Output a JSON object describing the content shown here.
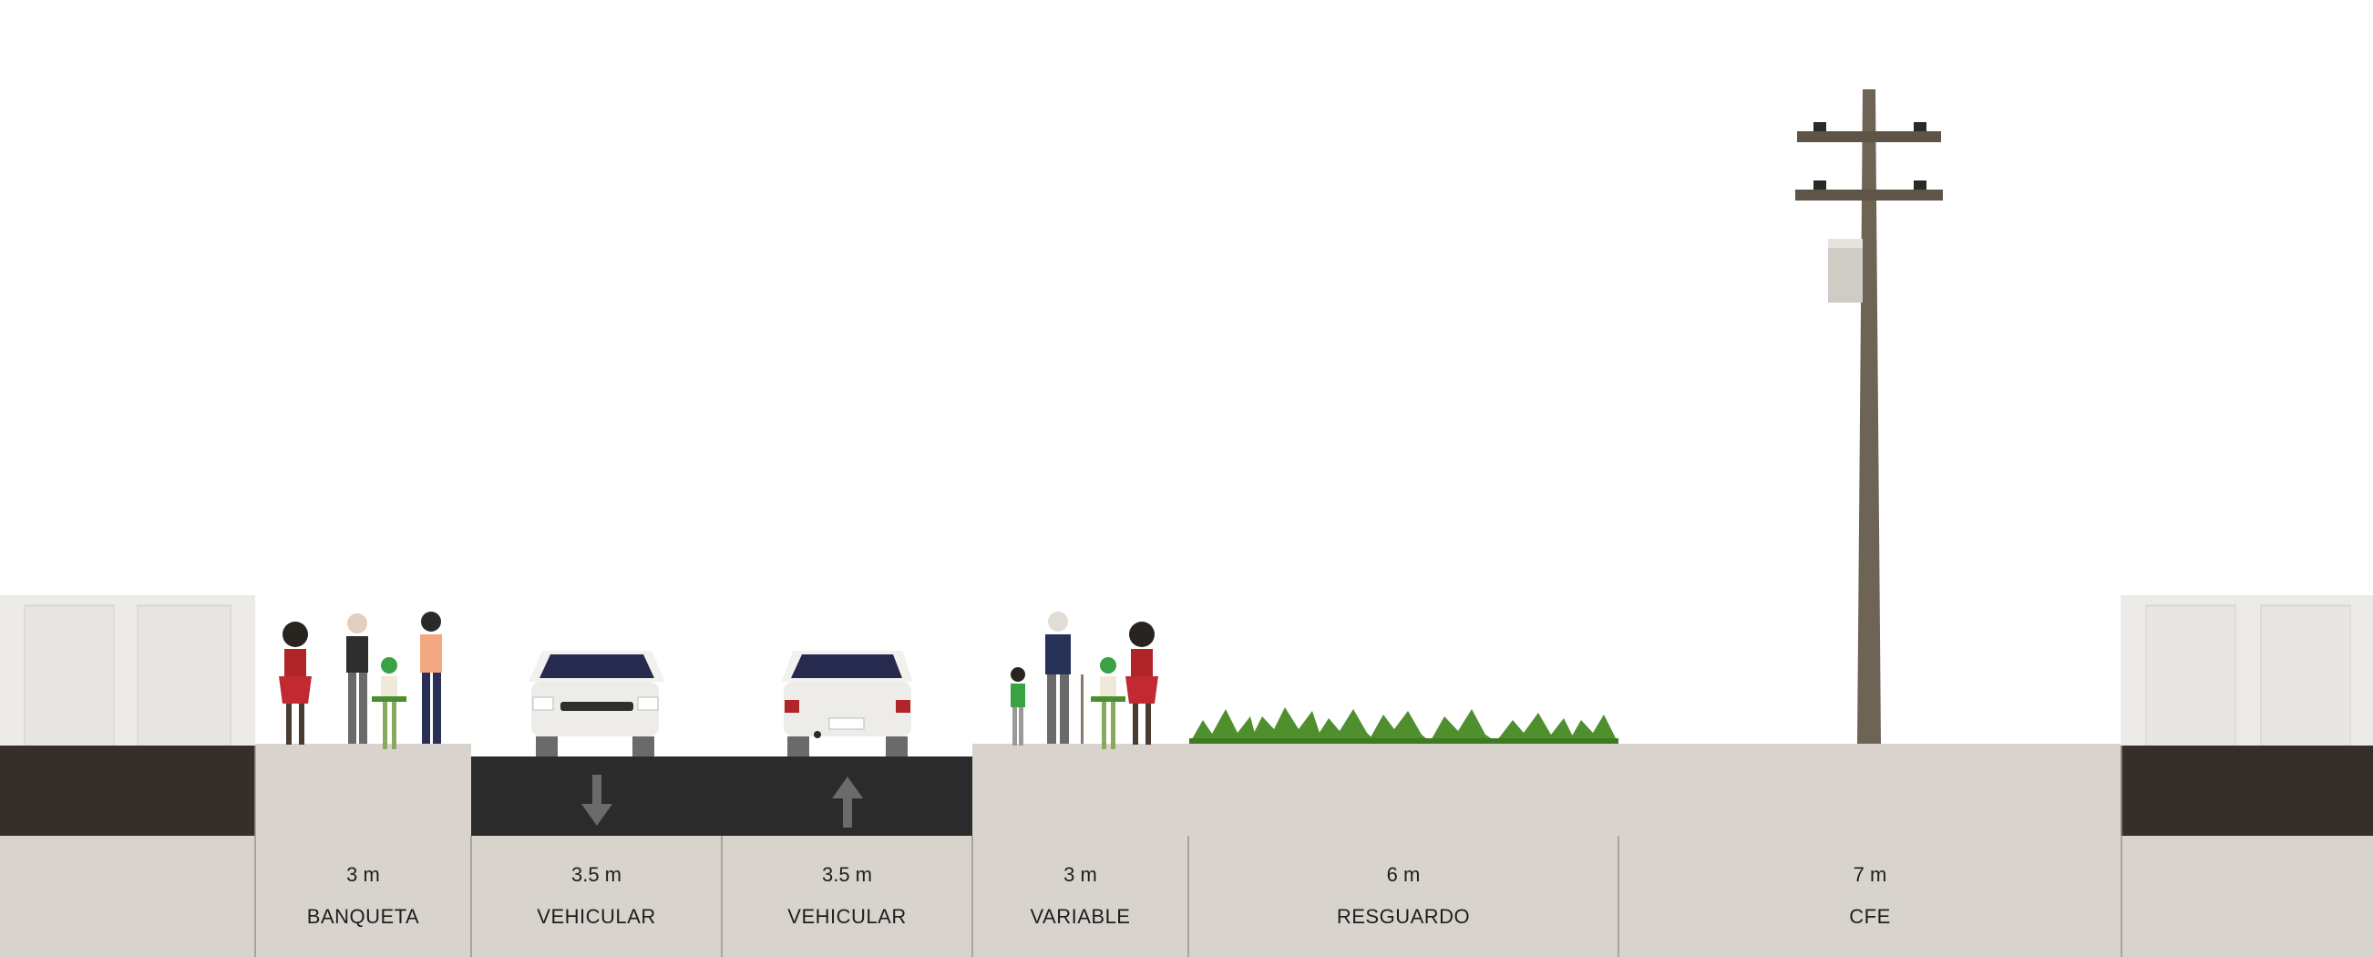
{
  "colors": {
    "sky": "#ffffff",
    "ground": "#d8d3cd",
    "asphalt": "#2a2b2a",
    "building": "#ecebe8",
    "building_window": "#dedcd8",
    "dark_band": "#352e2a",
    "divider": "#9a958f",
    "pole": "#6e6455",
    "planting": "#4f8f2e",
    "label_text": "#1e1e1e"
  },
  "segments": [
    {
      "id": "banqueta",
      "width": "3 m",
      "type": "BANQUETA"
    },
    {
      "id": "vehicular-1",
      "width": "3.5 m",
      "type": "VEHICULAR",
      "direction": "down"
    },
    {
      "id": "vehicular-2",
      "width": "3.5 m",
      "type": "VEHICULAR",
      "direction": "up"
    },
    {
      "id": "variable",
      "width": "3 m",
      "type": "VARIABLE"
    },
    {
      "id": "resguardo",
      "width": "6 m",
      "type": "RESGUARDO"
    },
    {
      "id": "cfe",
      "width": "7 m",
      "type": "CFE"
    }
  ],
  "icons": [
    "pedestrian-icon",
    "car-front-icon",
    "car-rear-icon",
    "arrow-down-icon",
    "arrow-up-icon",
    "shrub-icon",
    "utility-pole-icon",
    "building-icon"
  ]
}
